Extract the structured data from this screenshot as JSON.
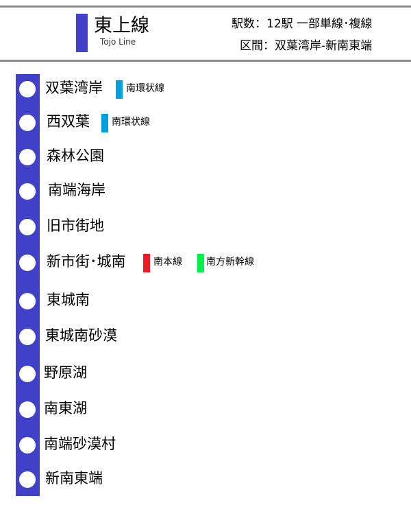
{
  "header": {
    "line_name": "東上線",
    "line_name_en": "Tojo Line",
    "line_color": "#4040c8",
    "info_stations": "駅数：12駅 一部単線･複線",
    "info_section": "区間：双葉湾岸-新南東端"
  },
  "transfer_colors": {
    "南環状線": "#00a0e0",
    "南本線": "#ee1c25",
    "南方新幹線": "#00f04a"
  },
  "stations": [
    {
      "name": "双葉湾岸",
      "transfers": [
        {
          "label": "南環状線"
        }
      ]
    },
    {
      "name": "西双葉",
      "transfers": [
        {
          "label": "南環状線"
        }
      ]
    },
    {
      "name": "森林公園",
      "transfers": []
    },
    {
      "name": "南端海岸",
      "transfers": []
    },
    {
      "name": "旧市街地",
      "transfers": []
    },
    {
      "name": "新市街･城南",
      "transfers": [
        {
          "label": "南本線"
        },
        {
          "label": "南方新幹線"
        }
      ]
    },
    {
      "name": "東城南",
      "transfers": []
    },
    {
      "name": "東城南砂漠",
      "transfers": []
    },
    {
      "name": "野原湖",
      "transfers": []
    },
    {
      "name": "南東湖",
      "transfers": []
    },
    {
      "name": "南端砂漠村",
      "transfers": []
    },
    {
      "name": "新南東端",
      "transfers": []
    }
  ]
}
